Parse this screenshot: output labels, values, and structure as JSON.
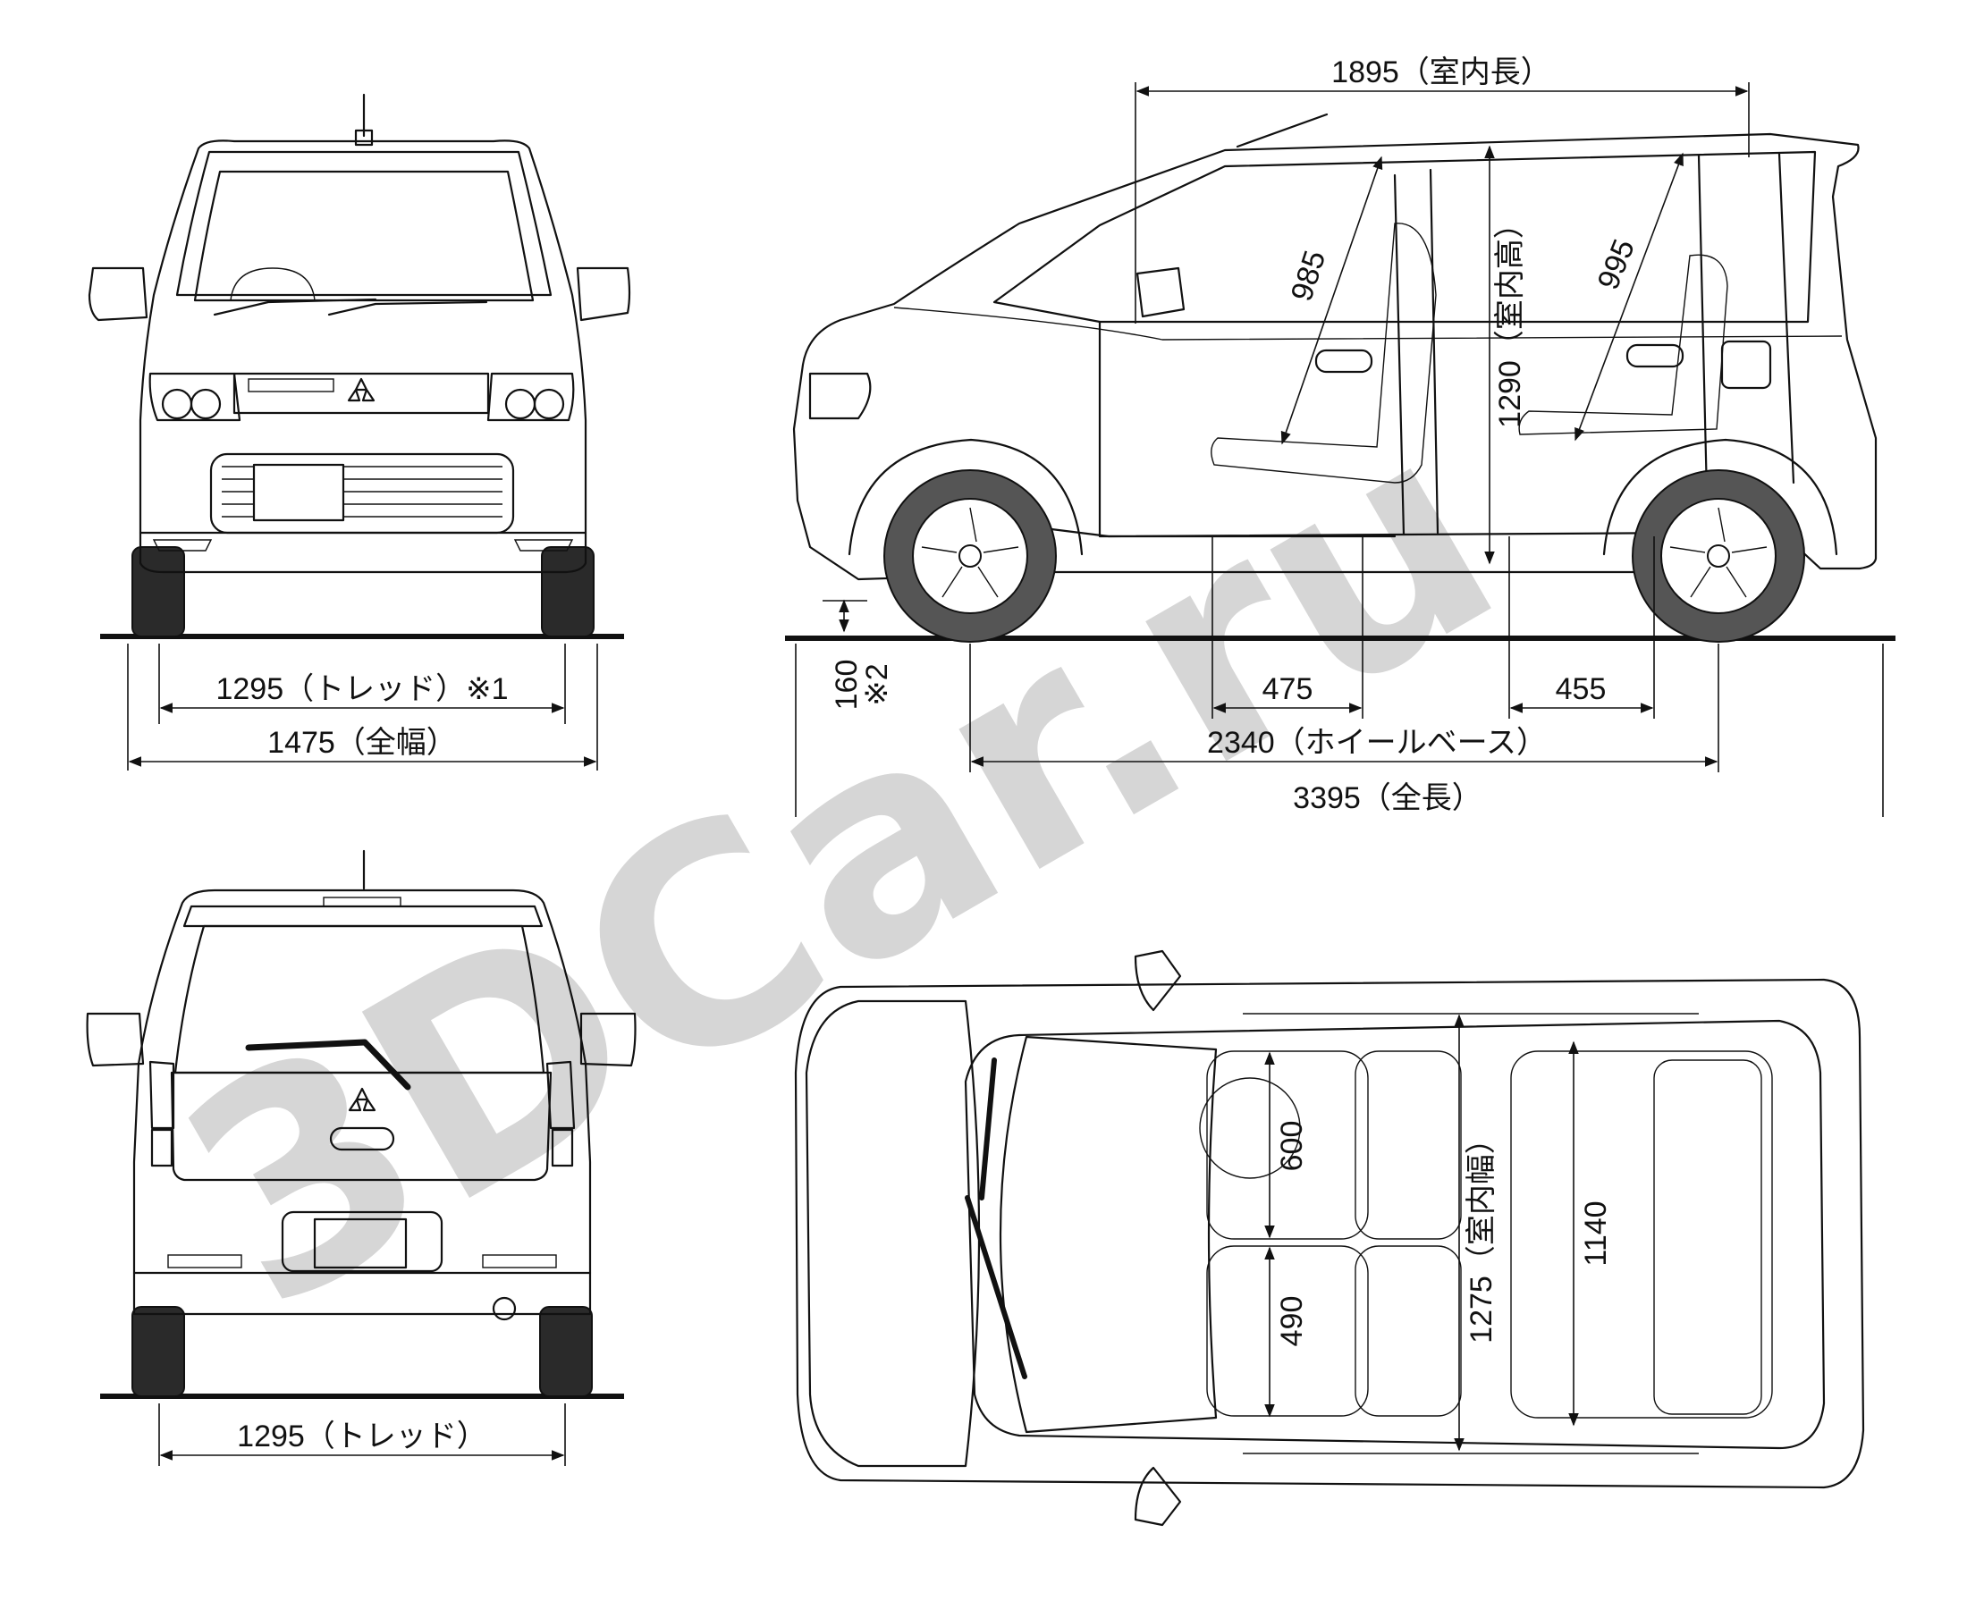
{
  "watermark": "3DCar.ru",
  "dimensions": {
    "front_tread": "1295（トレッド）※1",
    "overall_width": "1475（全幅）",
    "rear_tread": "1295（トレッド）",
    "interior_length": "1895（室内長）",
    "front_headroom": "985",
    "rear_headroom": "995",
    "interior_height": "1290（室内高）",
    "ground_clearance": "160",
    "ground_clearance_note": "※2",
    "front_overhang_seat": "475",
    "rear_seat_offset": "455",
    "wheelbase": "2340（ホイールベース）",
    "overall_length": "3395（全長）",
    "front_seat_width": "600",
    "front_seat_width_2": "490",
    "interior_width": "1275（室内幅）",
    "rear_seat_width": "1140"
  }
}
